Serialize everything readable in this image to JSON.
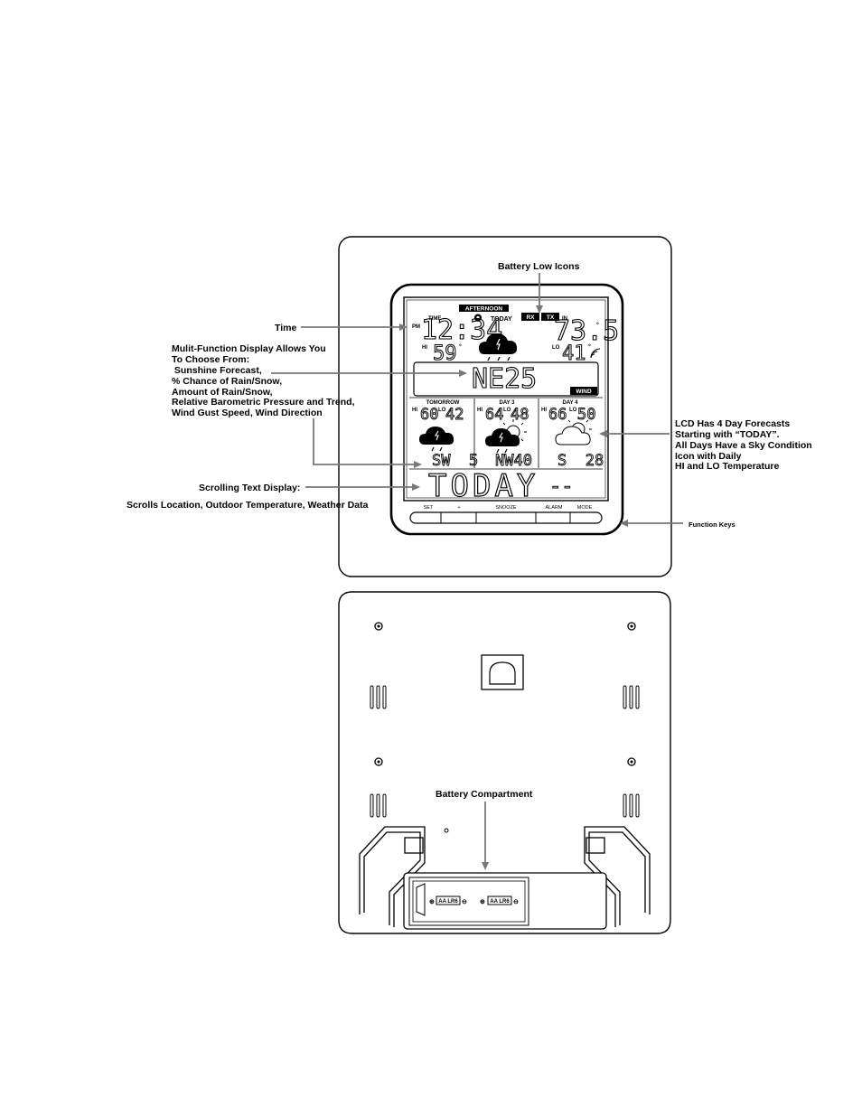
{
  "labels": {
    "battery_low_icons": "Battery Low Icons",
    "time": "Time",
    "multi_function_lines": [
      "Mulit-Function Display Allows You",
      "To Choose From:",
      " Sunshine Forecast,",
      "% Chance of Rain/Snow,",
      "Amount of Rain/Snow,",
      "Relative Barometric Pressure and Trend,",
      "Wind Gust Speed, Wind Direction"
    ],
    "lcd_forecast_lines": [
      "LCD Has 4 Day Forecasts",
      "Starting with “TODAY”.",
      "All Days Have a Sky Condition",
      "Icon with Daily",
      "HI and LO Temperature"
    ],
    "scrolling_text_display": "Scrolling Text Display:",
    "scrolls_description": "Scrolls Location, Outdoor Temperature, Weather Data",
    "function_keys": "Function Keys",
    "battery_compartment": "Battery Compartment"
  },
  "lcd": {
    "afternoon": "AFTERNOON",
    "today_label": "TODAY",
    "rx": "RX",
    "tx": "TX",
    "time_label": "TIME",
    "pm": "PM",
    "time_value": "12:34",
    "in_label": "IN",
    "indoor_temp": "73.5",
    "hi_label": "HI",
    "hi_value": "59",
    "lo_label": "LO",
    "lo_value": "41",
    "degree": "°",
    "wind_value": "NE25",
    "wind_label": "WIND",
    "days": [
      {
        "name": "TOMORROW",
        "hi": "60",
        "lo": "42",
        "wind": "SW  5"
      },
      {
        "name": "DAY 3",
        "hi": "64",
        "lo": "48",
        "wind": "NW40"
      },
      {
        "name": "DAY 4",
        "hi": "66",
        "lo": "50",
        "wind": "S  28"
      }
    ],
    "scroll_text": "TODAY",
    "scroll_extra": "--"
  },
  "keys": [
    "SET",
    "+",
    "SNOOZE",
    "ALARM",
    "MODE"
  ],
  "battery_cell_label": "AA LR6",
  "battery_plus": "⊕",
  "battery_minus": "⊖"
}
